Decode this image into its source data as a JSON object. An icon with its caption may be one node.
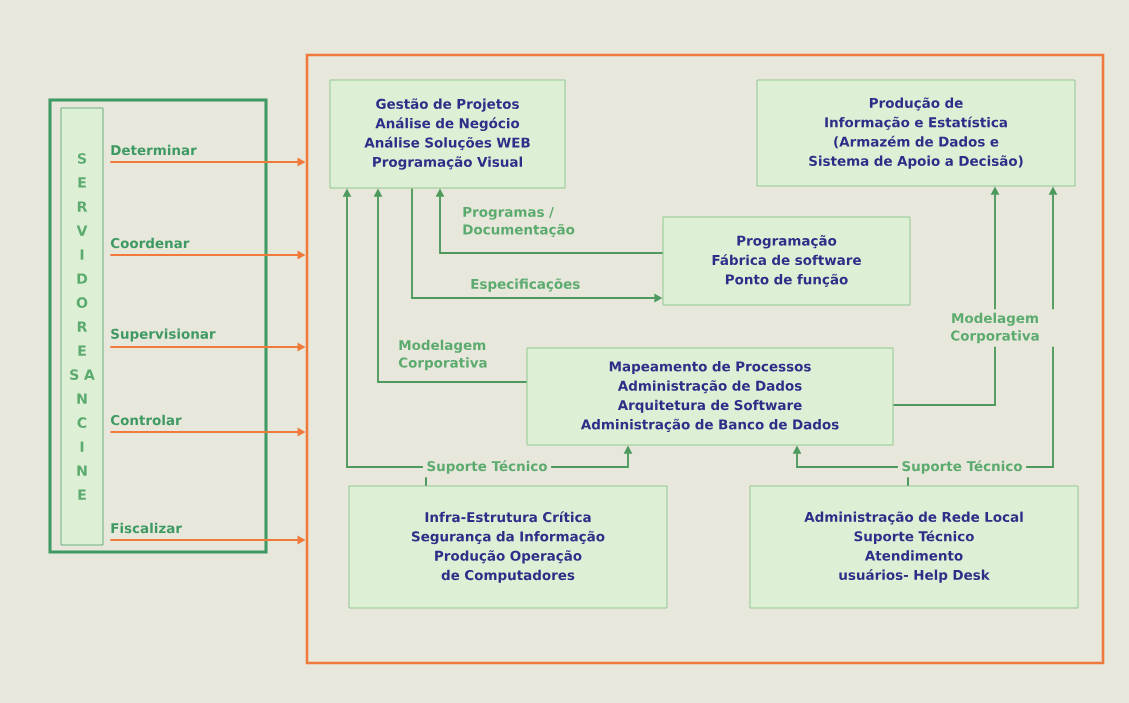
{
  "diagram": {
    "nodes": [
      {
        "text": [],
        "shape": "box"
      },
      {
        "text": [
          "SERVIDORES ANCINE"
        ],
        "in": 0
      },
      {
        "text": [],
        "shape": "box"
      },
      {
        "text": [
          "Gestão de Projetos",
          "Análise de Negócio",
          "Análise Soluções WEB",
          "Programação Visual"
        ],
        "in": 2
      },
      {
        "text": [
          "Produção de Informação e Estatística",
          "(Armazém de Dados e Sistema de Apoio a Decisão)"
        ],
        "in": 2
      },
      {
        "text": [
          "Programação",
          "Fábrica de software",
          "Ponto de função"
        ],
        "in": 2
      },
      {
        "text": [
          "Mapeamento de Processos",
          "Administração de Dados",
          "Arquitetura de Software",
          "Administração de Banco de Dados"
        ],
        "in": 2
      },
      {
        "text": [
          "Infra-Estrutura Crítica",
          "Segurança da Informação",
          "Produção Operação de Computadores"
        ],
        "in": 2
      },
      {
        "text": [
          "Administração de Rede Local",
          "Suporte Técnico",
          "Atendimento usuários- Help Desk"
        ],
        "in": 2
      }
    ],
    "edges": [
      {
        "from": 1,
        "to": 2,
        "arrow": "to",
        "label": "Determinar",
        "color": "#f07a3c"
      },
      {
        "from": 1,
        "to": 2,
        "arrow": "to",
        "label": "Coordenar",
        "color": "#f07a3c"
      },
      {
        "from": 1,
        "to": 2,
        "arrow": "to",
        "label": "Supervisionar",
        "color": "#f07a3c"
      },
      {
        "from": 1,
        "to": 2,
        "arrow": "to",
        "label": "Controlar",
        "color": "#f07a3c"
      },
      {
        "from": 1,
        "to": 2,
        "arrow": "to",
        "label": "Fiscalizar",
        "color": "#f07a3c"
      },
      {
        "from": 5,
        "to": 3,
        "arrow": "to",
        "label": "Programas / Documentação"
      },
      {
        "from": 3,
        "to": 5,
        "arrow": "to",
        "label": "Especificações"
      },
      {
        "from": 6,
        "to": 3,
        "arrow": "to",
        "label": "Modelagem Corporativa"
      },
      {
        "from": 6,
        "to": 4,
        "arrow": "to",
        "label": "Modelagem Corporativa"
      },
      {
        "from": 7,
        "to": 3,
        "arrow": "to",
        "label": "Suporte Técnico"
      },
      {
        "from": 7,
        "to": 6,
        "arrow": "to"
      },
      {
        "from": 8,
        "to": 6,
        "arrow": "to"
      },
      {
        "from": 8,
        "to": 4,
        "arrow": "to",
        "label": "Suporte Técnico"
      }
    ]
  }
}
